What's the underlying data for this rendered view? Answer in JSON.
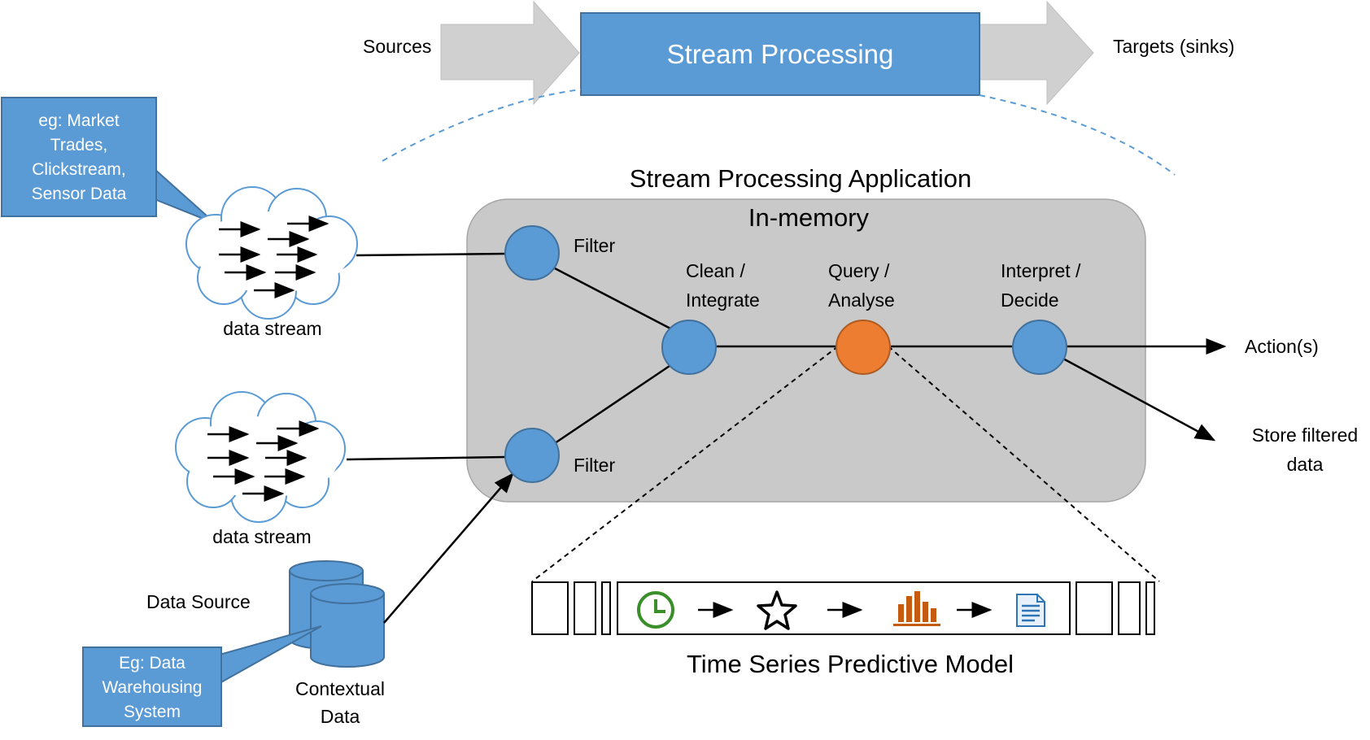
{
  "colors": {
    "box_blue": "#5b9bd5",
    "box_border": "#41719c",
    "node_orange": "#ed7d31",
    "panel_gray": "#c9c9c9",
    "arrow_gray": "#d0d0d0",
    "clock_green": "#3a8f2a",
    "chart_orange": "#c55a11",
    "dashed_blue": "#5b9bd5"
  },
  "header": {
    "sources_label": "Sources",
    "title": "Stream Processing",
    "targets_label": "Targets (sinks)"
  },
  "callouts": {
    "stream_example": [
      "eg: Market",
      "Trades,",
      "Clickstream,",
      "Sensor Data"
    ],
    "source_example": [
      "Eg: Data",
      "Warehousing",
      "System"
    ]
  },
  "inputs": {
    "stream_1_label": "data stream",
    "stream_2_label": "data stream",
    "data_source_label": "Data Source",
    "contextual_label": [
      "Contextual",
      "Data"
    ]
  },
  "application": {
    "title": "Stream Processing Application",
    "subtitle": "In-memory",
    "nodes": {
      "filter_top": "Filter",
      "filter_bottom": "Filter",
      "clean": [
        "Clean /",
        "Integrate"
      ],
      "query": [
        "Query /",
        "Analyse"
      ],
      "interpret": [
        "Interpret /",
        "Decide"
      ]
    }
  },
  "outputs": {
    "actions": "Action(s)",
    "store": [
      "Store filtered",
      "data"
    ]
  },
  "model": {
    "label": "Time Series Predictive Model",
    "icons": [
      "clock-icon",
      "star-icon",
      "bar-chart-icon",
      "document-icon"
    ]
  }
}
